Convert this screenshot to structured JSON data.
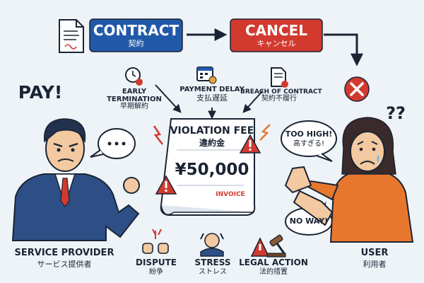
{
  "flow": {
    "contract_en": "CONTRACT",
    "contract_jp": "契約",
    "cancel_en": "CANCEL",
    "cancel_jp": "キャンセル"
  },
  "reasons": {
    "early_en_1": "EARLY",
    "early_en_2": "TERMINATION",
    "early_jp": "早期解約",
    "delay_en": "PAYMENT DELAY",
    "delay_jp": "支払遅延",
    "breach_en": "BREACH OF CONTRACT",
    "breach_jp": "契約不履行"
  },
  "invoice": {
    "title_en": "VIOLATION FEE",
    "title_jp": "違約金",
    "amount": "¥50,000",
    "tag": "INVOICE"
  },
  "provider": {
    "shout": "PAY!",
    "label_en": "SERVICE PROVIDER",
    "label_jp": "サービス提供者"
  },
  "user": {
    "label_en": "USER",
    "label_jp": "利用者",
    "bubble1_en": "TOO HIGH!",
    "bubble1_jp": "高すぎる!",
    "bubble2": "NO WAY!",
    "question": "??"
  },
  "outcomes": {
    "dispute_en": "DISPUTE",
    "dispute_jp": "紛争",
    "stress_en": "STRESS",
    "stress_jp": "ストレス",
    "legal_en": "LEGAL ACTION",
    "legal_jp": "法的措置"
  },
  "colors": {
    "contract_blue": "#2159a8",
    "cancel_red": "#d23a2f",
    "shirt_orange": "#e8772e",
    "suit_blue": "#2d4f86"
  }
}
